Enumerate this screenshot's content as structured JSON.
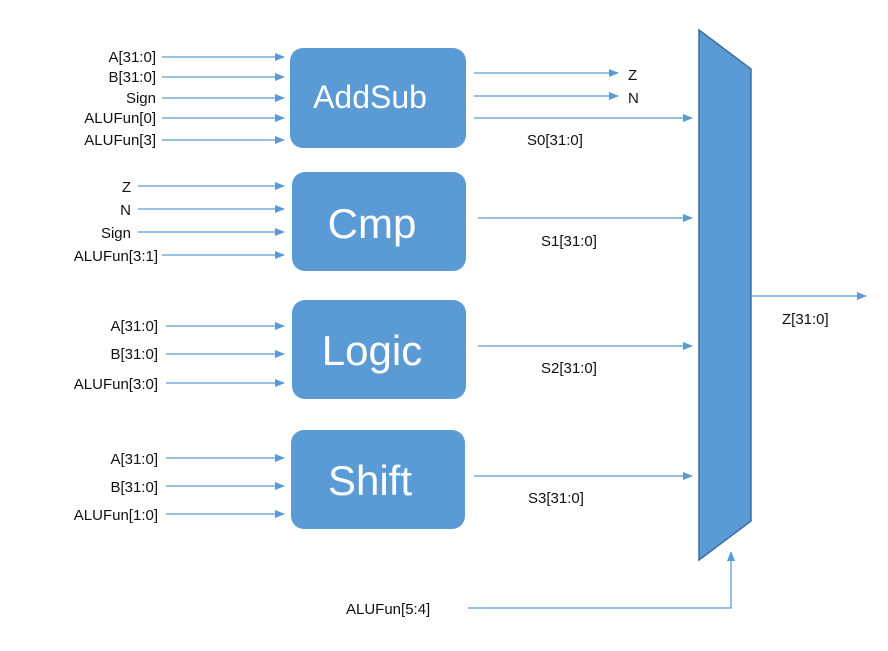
{
  "colors": {
    "block_fill": "#5b9bd5",
    "wire": "#5b9bd5",
    "text": "#111111",
    "block_text": "#ffffff"
  },
  "blocks": {
    "addsub": {
      "name": "AddSub",
      "inputs": [
        "A[31:0]",
        "B[31:0]",
        "Sign",
        "ALUFun[0]",
        "ALUFun[3]"
      ],
      "flag_outputs": [
        "Z",
        "N"
      ],
      "output": "S0[31:0]"
    },
    "cmp": {
      "name": "Cmp",
      "inputs": [
        "Z",
        "N",
        "Sign",
        "ALUFun[3:1]"
      ],
      "output": "S1[31:0]"
    },
    "logic": {
      "name": "Logic",
      "inputs": [
        "A[31:0]",
        "B[31:0]",
        "ALUFun[3:0]"
      ],
      "output": "S2[31:0]"
    },
    "shift": {
      "name": "Shift",
      "inputs": [
        "A[31:0]",
        "B[31:0]",
        "ALUFun[1:0]"
      ],
      "output": "S3[31:0]"
    }
  },
  "mux": {
    "output": "Z[31:0]",
    "select": "ALUFun[5:4]"
  }
}
